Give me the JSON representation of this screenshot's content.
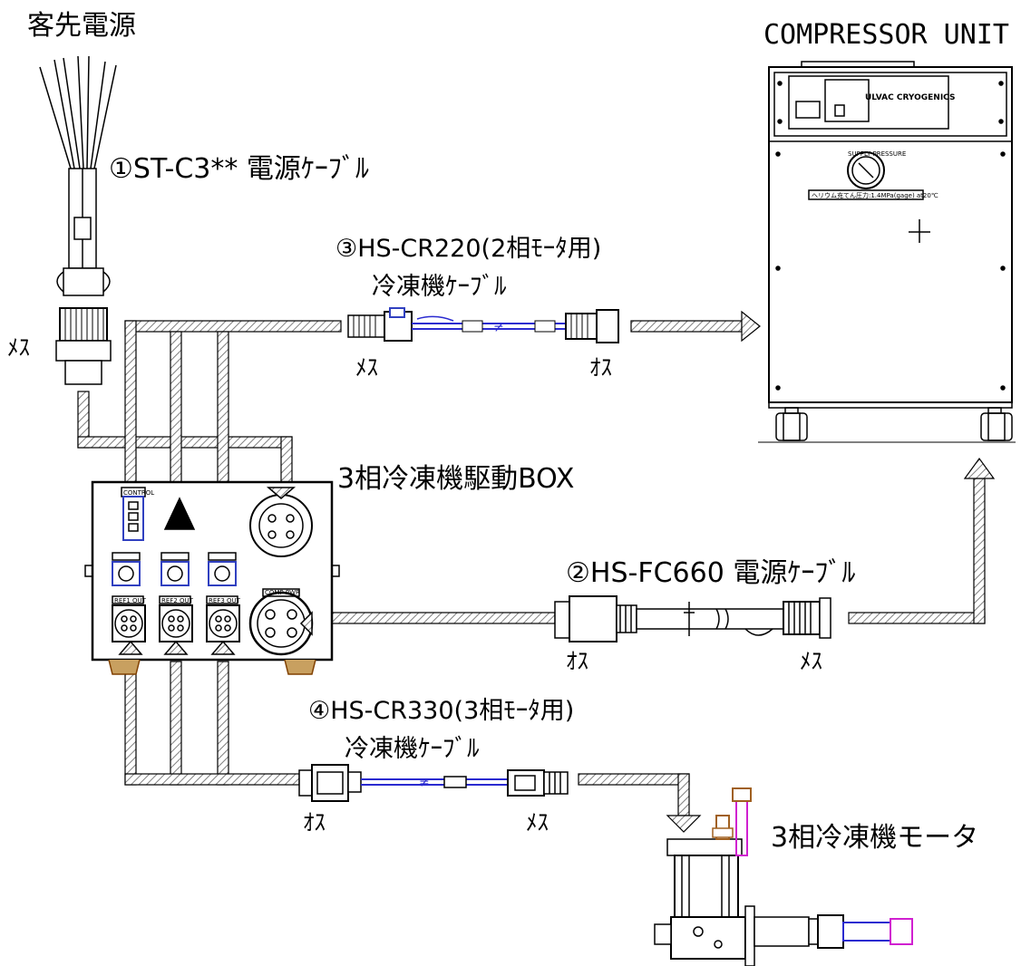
{
  "labels": {
    "customer_power": "客先電源",
    "compressor_unit": "COMPRESSOR UNIT",
    "cable1": "①ST-C3** 電源ｹｰﾌﾞﾙ",
    "cable3_line1": "③HS-CR220(2相ﾓｰﾀ用)",
    "cable3_line2": "冷凍機ｹｰﾌﾞﾙ",
    "box_title": "3相冷凍機駆動BOX",
    "cable2": "②HS-FC660 電源ｹｰﾌﾞﾙ",
    "cable4_line1": "④HS-CR330(3相ﾓｰﾀ用)",
    "cable4_line2": "冷凍機ｹｰﾌﾞﾙ",
    "motor": "3相冷凍機モータ",
    "female_c1": "ﾒｽ",
    "female_c3": "ﾒｽ",
    "male_c3": "ｵｽ",
    "male_c2": "ｵｽ",
    "female_c2": "ﾒｽ",
    "male_c4": "ｵｽ",
    "female_c4": "ﾒｽ"
  },
  "panel_text": {
    "box_ports": [
      "REF1 OUT",
      "REF2 OUT",
      "REF3 OUT"
    ],
    "box_comp_pwr": "COMP PWR",
    "box_control": "CONTROL",
    "unit_brand": "ULVAC CRYOGENICS",
    "unit_supply": "SUPPLY PRESSURE",
    "unit_pressure_note": "ヘリウム充てん圧力:1.4MPa(gage) at20℃"
  },
  "colors": {
    "line": "#000000",
    "hatch": "#7a7a7a",
    "cable_blue": "#2a2ad0",
    "magenta": "#d020d0",
    "brown": "#a06020",
    "connector_blue": "#3040c0"
  }
}
